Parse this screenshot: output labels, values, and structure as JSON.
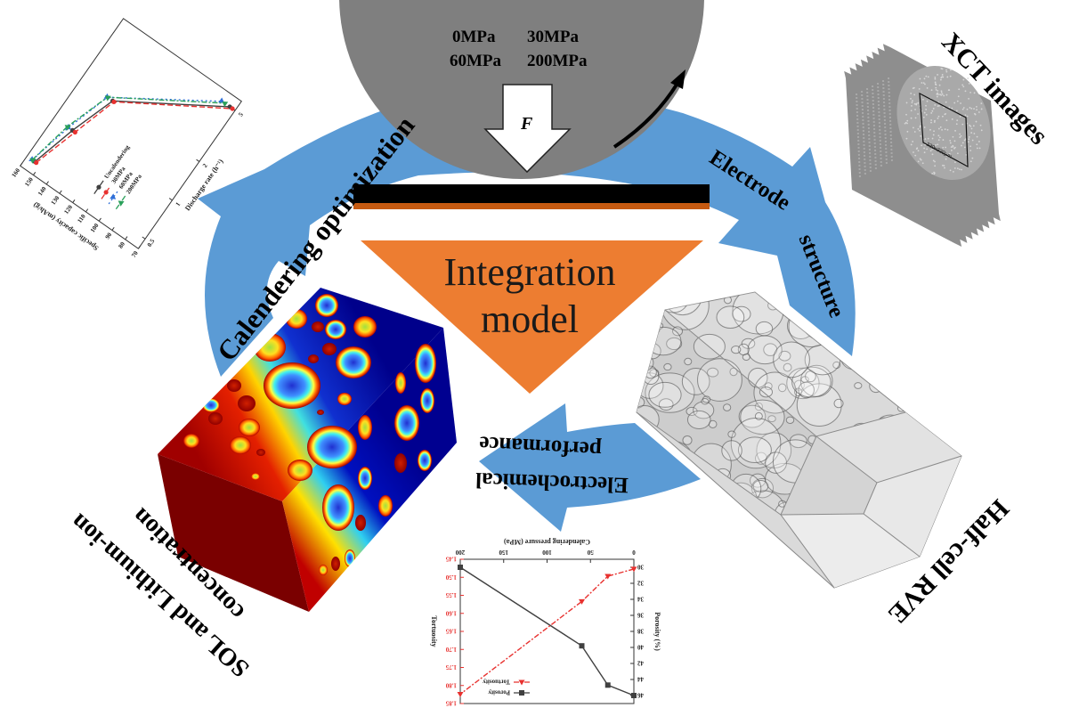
{
  "roller": {
    "pressures": [
      "0MPa",
      "30MPa",
      "60MPa",
      "200MPa"
    ],
    "force_label": "F"
  },
  "center": {
    "title_line1": "Integration",
    "title_line2": "model"
  },
  "labels": {
    "calendering": "Calendering optimization",
    "electrode_1": "Electrode",
    "electrode_2": "structure",
    "xct": "XCT images",
    "half_cell": "Half-cell RVE",
    "electrochem_1": "Electrochemical",
    "electrochem_2": "performance",
    "sol_1": "SOL and Lithium-ion",
    "sol_2": "concentration"
  },
  "xct_scale": "320x320μm",
  "colors": {
    "arrow_blue": "#5b9bd5",
    "triangle_orange": "#ed7d31",
    "roller_gray": "#7f7f7f",
    "bar_black": "#000000",
    "bar_orange": "#c55a11"
  },
  "chart_data": [
    {
      "type": "line",
      "title": "",
      "xlabel": "Discharge rate (h⁻¹)",
      "ylabel": "Specific capacity (mAh/g)",
      "xscale": "log",
      "xlim": [
        0.42,
        5.9
      ],
      "ylim": [
        70,
        160
      ],
      "xticks": [
        "0.5",
        "1",
        "2",
        "5"
      ],
      "yticks": [
        "70",
        "80",
        "90",
        "100",
        "110",
        "120",
        "130",
        "140",
        "150",
        "160"
      ],
      "x": [
        0.5,
        1,
        2,
        5
      ],
      "series": [
        {
          "name": "Uncalendering",
          "values": [
            154,
            146,
            136,
            74
          ],
          "color": "#404040",
          "marker": "circle",
          "dash": ""
        },
        {
          "name": "30MPa",
          "values": [
            153,
            144,
            135,
            72
          ],
          "color": "#e8312f",
          "marker": "circle",
          "dash": "6,3"
        },
        {
          "name": "60MPa",
          "values": [
            156,
            149,
            140,
            80
          ],
          "color": "#2f6fd8",
          "marker": "triangle-down",
          "dash": "2,3"
        },
        {
          "name": "200MPa",
          "values": [
            156,
            150,
            140,
            78
          ],
          "color": "#2aa05a",
          "marker": "triangle-up",
          "dash": "6,2,2,2"
        }
      ],
      "legend": "center-left",
      "grid": false
    },
    {
      "type": "line",
      "title": "",
      "xlabel": "Calendering pressure (MPa)",
      "ylabel": "Porosity (%)",
      "ylabel_right": "Tortuosity",
      "xscale": "linear",
      "xlim": [
        0,
        200
      ],
      "ylim": [
        29,
        47
      ],
      "ylim_right": [
        1.45,
        1.85
      ],
      "xticks": [
        "0",
        "50",
        "100",
        "150",
        "200"
      ],
      "yticks": [
        "30",
        "32",
        "34",
        "36",
        "38",
        "40",
        "42",
        "44",
        "46"
      ],
      "yticks_right": [
        "1.45",
        "1.50",
        "1.55",
        "1.60",
        "1.65",
        "1.70",
        "1.75",
        "1.80",
        "1.85"
      ],
      "x": [
        0,
        30,
        60,
        200
      ],
      "series": [
        {
          "name": "Porosity",
          "values": [
            46,
            44.7,
            39.8,
            30
          ],
          "axis": "left",
          "color": "#404040",
          "marker": "square",
          "dash": ""
        },
        {
          "name": "Tortuosity",
          "values": [
            1.477,
            1.497,
            1.567,
            1.824
          ],
          "axis": "right",
          "color": "#e8312f",
          "marker": "triangle-up",
          "dash": "6,2,2,2"
        }
      ],
      "legend": "top-right",
      "grid": false
    }
  ]
}
